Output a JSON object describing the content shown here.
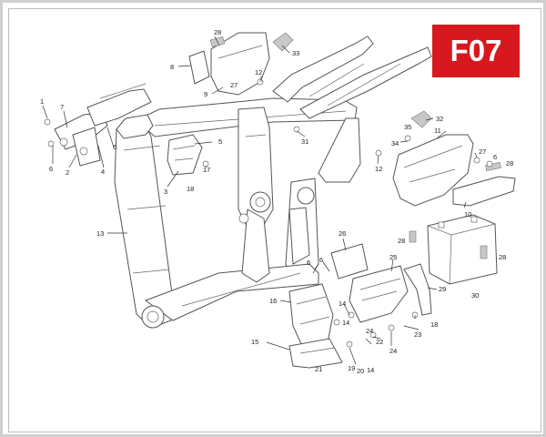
{
  "badge": {
    "label": "F07",
    "color": "#d7191f"
  },
  "callouts": [
    {
      "id": "28",
      "label": "28"
    },
    {
      "id": "33",
      "label": "33"
    },
    {
      "id": "8",
      "label": "8"
    },
    {
      "id": "12a",
      "label": "12"
    },
    {
      "id": "27a",
      "label": "27"
    },
    {
      "id": "9",
      "label": "9"
    },
    {
      "id": "1",
      "label": "1"
    },
    {
      "id": "7",
      "label": "7"
    },
    {
      "id": "6a",
      "label": "6"
    },
    {
      "id": "2",
      "label": "2"
    },
    {
      "id": "4",
      "label": "4"
    },
    {
      "id": "6b",
      "label": "6"
    },
    {
      "id": "5",
      "label": "5"
    },
    {
      "id": "17",
      "label": "17"
    },
    {
      "id": "3",
      "label": "3"
    },
    {
      "id": "18a",
      "label": "18"
    },
    {
      "id": "31",
      "label": "31"
    },
    {
      "id": "12b",
      "label": "12"
    },
    {
      "id": "35",
      "label": "35"
    },
    {
      "id": "32",
      "label": "32"
    },
    {
      "id": "34",
      "label": "34"
    },
    {
      "id": "11",
      "label": "11"
    },
    {
      "id": "27b",
      "label": "27"
    },
    {
      "id": "6c",
      "label": "6"
    },
    {
      "id": "28b",
      "label": "28"
    },
    {
      "id": "10",
      "label": "10"
    },
    {
      "id": "13",
      "label": "13"
    },
    {
      "id": "26",
      "label": "26"
    },
    {
      "id": "28c",
      "label": "28"
    },
    {
      "id": "28d",
      "label": "28"
    },
    {
      "id": "25",
      "label": "25"
    },
    {
      "id": "6d",
      "label": "6"
    },
    {
      "id": "6e",
      "label": "6"
    },
    {
      "id": "29",
      "label": "29"
    },
    {
      "id": "30",
      "label": "30"
    },
    {
      "id": "16",
      "label": "16"
    },
    {
      "id": "14a",
      "label": "14"
    },
    {
      "id": "14b",
      "label": "14"
    },
    {
      "id": "18b",
      "label": "18"
    },
    {
      "id": "23",
      "label": "23"
    },
    {
      "id": "22",
      "label": "22"
    },
    {
      "id": "24a",
      "label": "24"
    },
    {
      "id": "24b",
      "label": "24"
    },
    {
      "id": "15",
      "label": "15"
    },
    {
      "id": "14c",
      "label": "14"
    },
    {
      "id": "19",
      "label": "19"
    },
    {
      "id": "21",
      "label": "21"
    },
    {
      "id": "20",
      "label": "20"
    }
  ]
}
